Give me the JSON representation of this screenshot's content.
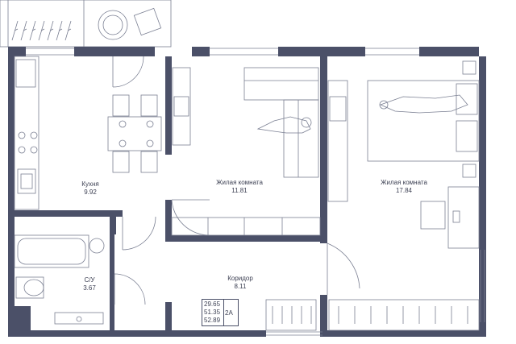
{
  "rooms": [
    {
      "name": "Кухня",
      "area": "9.92"
    },
    {
      "name": "Жилая комната",
      "area": "11.81"
    },
    {
      "name": "Жилая комната",
      "area": "17.84"
    },
    {
      "name": "С/У",
      "area": "3.67"
    },
    {
      "name": "Коридор",
      "area": "8.11"
    }
  ],
  "summary": {
    "area_total": "29.65",
    "area_living": "51.35",
    "area_common": "52.89",
    "type": "2А"
  },
  "colors": {
    "wall": "#4b5068",
    "line": "#6b7085"
  }
}
